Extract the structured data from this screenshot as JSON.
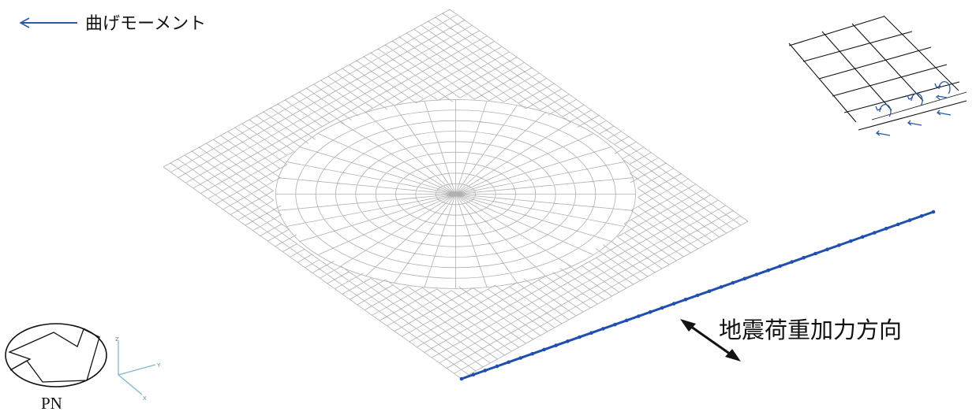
{
  "legend": {
    "moment_label": "曲げモーメント",
    "arrow_color": "#2a5aa8"
  },
  "load_direction": {
    "label": "地震荷重加力方向"
  },
  "plant": {
    "label": "PN"
  },
  "axes": {
    "x_label": "X",
    "y_label": "Y",
    "z_label": "Z",
    "color": "#7fb8d0"
  },
  "mesh": {
    "line_color": "#b0b0b0",
    "edge_color": "#1f4fb0"
  }
}
